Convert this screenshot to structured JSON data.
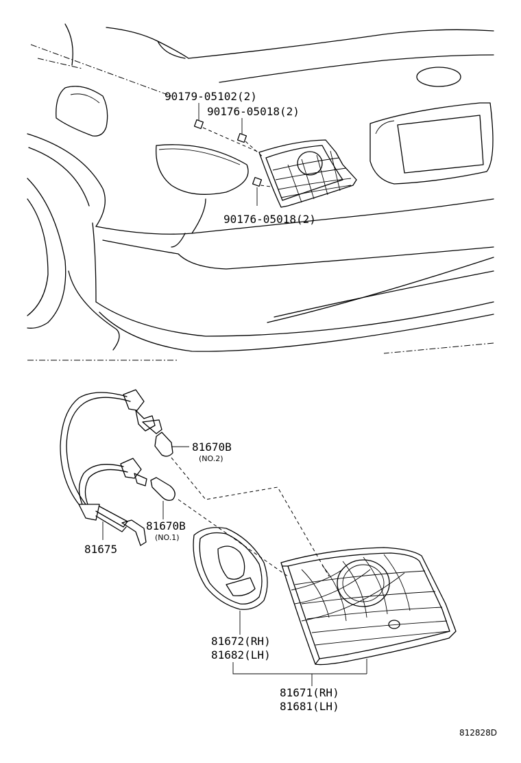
{
  "labels": {
    "bolt_top": "90179-05102(2)",
    "nut_top": "90176-05018(2)",
    "nut_bottom": "90176-05018(2)",
    "bulb_no2": "81670B",
    "bulb_no2_note": "(NO.2)",
    "bulb_no1": "81670B",
    "bulb_no1_note": "(NO.1)",
    "wire": "81675",
    "gasket_rh": "81672(RH)",
    "gasket_lh": "81682(LH)",
    "lamp_rh": "81671(RH)",
    "lamp_lh": "81681(LH)",
    "drawing_code": "812828D"
  }
}
